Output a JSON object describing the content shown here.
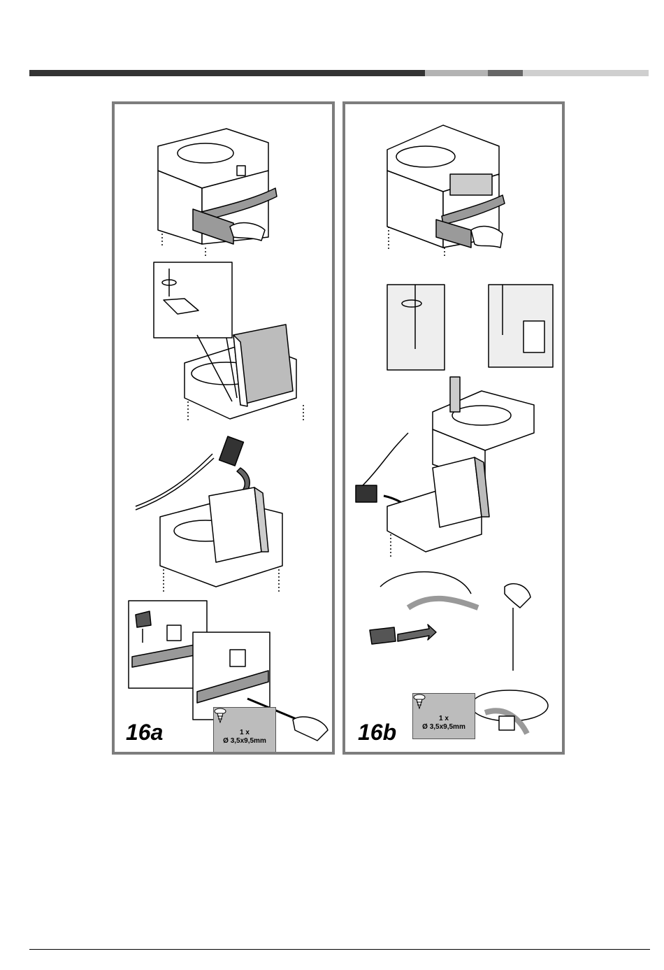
{
  "figures": [
    {
      "id": "16a",
      "label": "16a",
      "screw": {
        "quantity": "1 x",
        "size": "Ø 3,5x9,5mm"
      }
    },
    {
      "id": "16b",
      "label": "16b",
      "screw": {
        "quantity": "1 x",
        "size": "Ø 3,5x9,5mm"
      }
    }
  ],
  "colors": {
    "header_dark": "#333333",
    "header_light": "#b3b3b3",
    "header_mid": "#666666",
    "header_pale": "#cfcfcf",
    "panel_border": "#7d7d7d",
    "tape": "#9a9a9a",
    "box_fill": "#bcbcbc"
  }
}
